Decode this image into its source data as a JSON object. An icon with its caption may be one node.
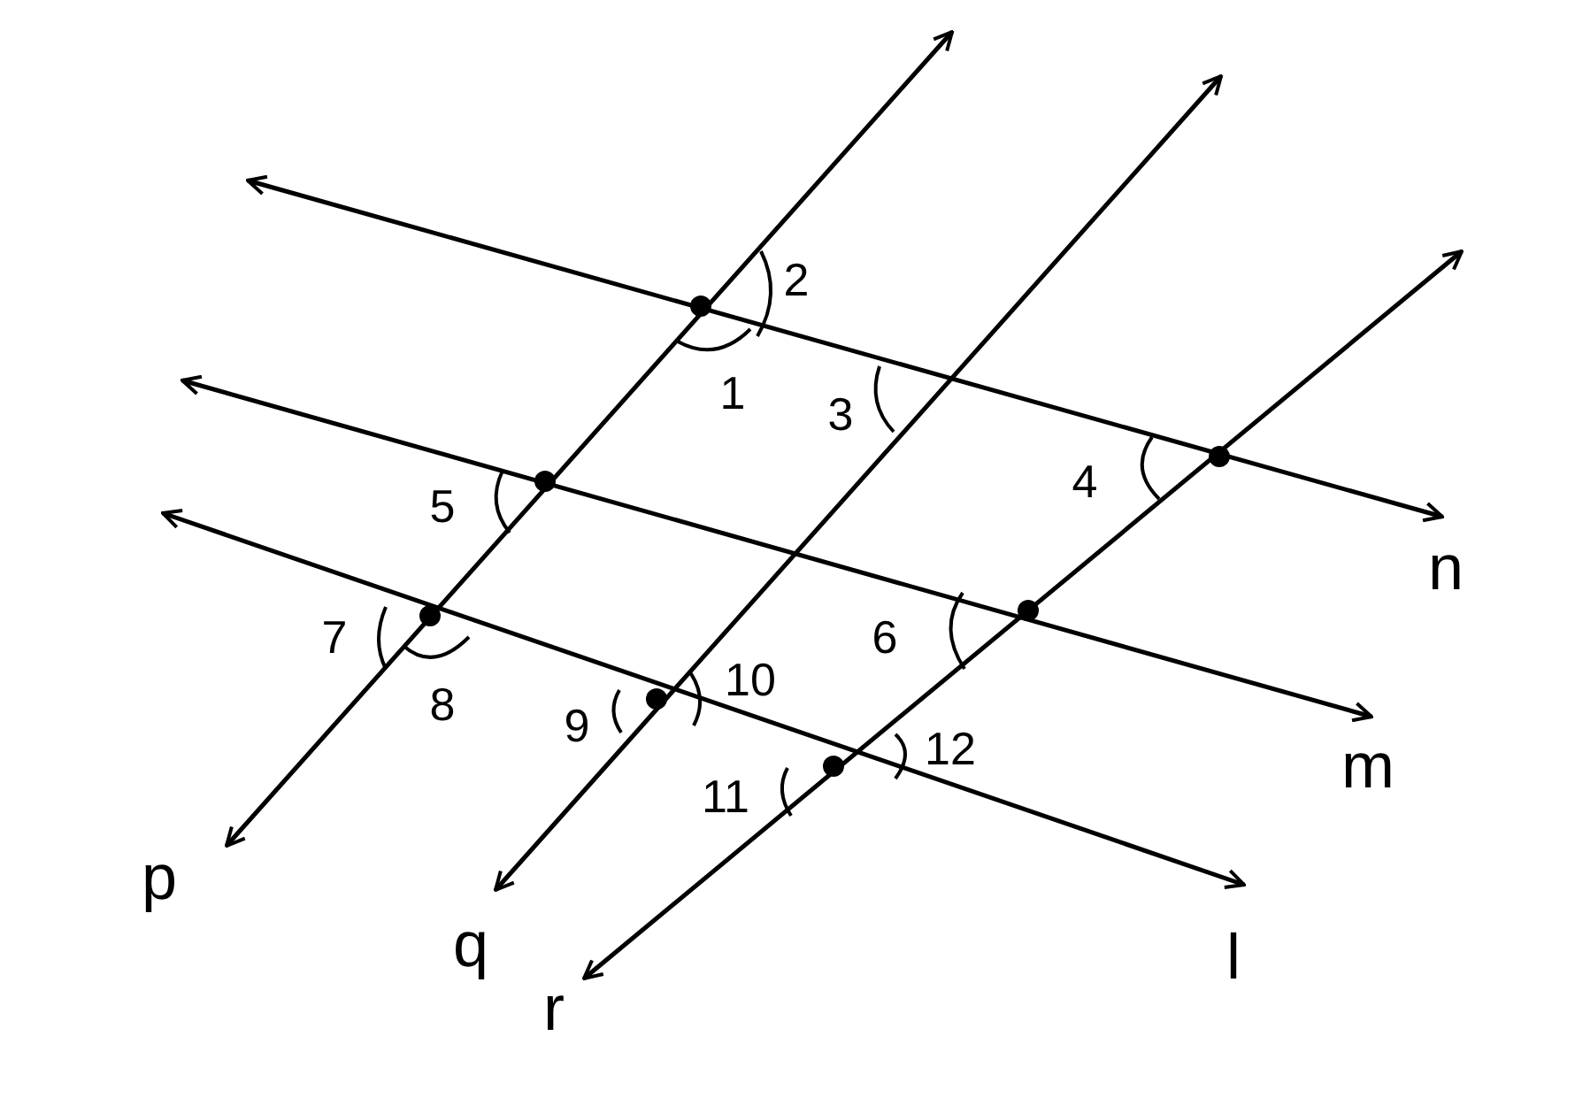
{
  "diagram": {
    "labels": [
      "2",
      "1",
      "3",
      "4",
      "5",
      "n",
      "7",
      "6",
      "10",
      "8",
      "9",
      "12",
      "m",
      "11",
      "p",
      "q",
      "l",
      "r"
    ]
  }
}
